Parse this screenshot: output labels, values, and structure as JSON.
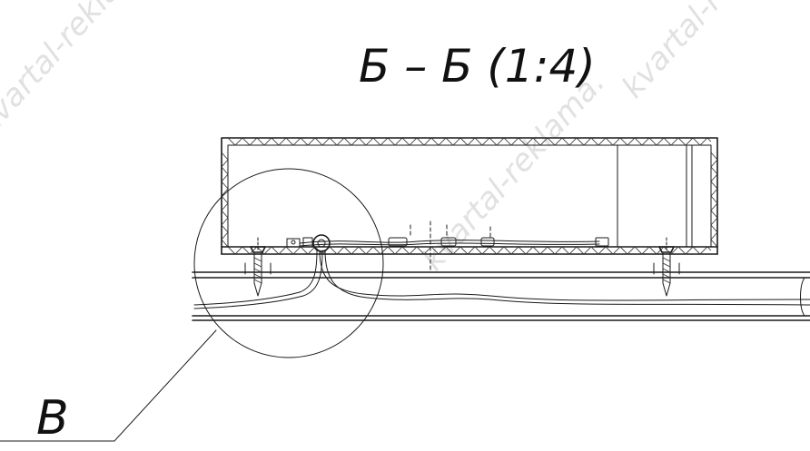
{
  "section_title": "Б – Б (1:4)",
  "detail_label": "В",
  "watermark_text": "kvartal-reklama.",
  "colors": {
    "line": "#1a1a1a",
    "watermark": "#c9c9c9",
    "background": "#ffffff"
  }
}
